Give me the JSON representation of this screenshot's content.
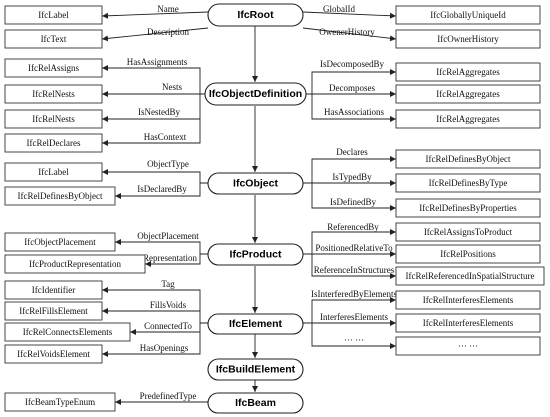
{
  "entities": {
    "root": "IfcRoot",
    "objdef": "IfcObjectDefinition",
    "object": "IfcObject",
    "product": "IfcProduct",
    "element": "IfcElement",
    "buildel": "IfcBuildElement",
    "beam": "IfcBeam"
  },
  "boxes": {
    "lbl_label": "IfcLabel",
    "lbl_text": "IfcText",
    "globalid": "IfcGloballyUniqueId",
    "ownerhist": "IfcOwnerHistory",
    "relassigns": "IfcRelAssigns",
    "relnests1": "IfcRelNests",
    "relnests2": "IfcRelNests",
    "reldeclares": "IfcRelDeclares",
    "relagg1": "IfcRelAggregates",
    "relagg2": "IfcRelAggregates",
    "relagg3": "IfcRelAggregates",
    "obj_label": "IfcLabel",
    "reldefbyobj_l": "IfcRelDefinesByObject",
    "reldefbyobj_r": "IfcRelDefinesByObject",
    "reldefbytype": "IfcRelDefinesByType",
    "reldefbyprop": "IfcRelDefinesByProperties",
    "objplacement": "IfcObjectPlacement",
    "prodrep": "IfcProductRepresentation",
    "relassignsprod": "IfcRelAssignsToProduct",
    "relpositions": "IfcRelPositions",
    "relrefspatial": "IfcRelReferencedInSpatialStructure",
    "identifier": "IfcIdentifier",
    "relfillselem": "IfcRelFillsElement",
    "relconnects": "IfcRelConnectsElements",
    "relvoids": "IfcRelVoidsElement",
    "relinterferes1": "IfcRelInterferesElements",
    "relinterferes2": "IfcRelInterferesElements",
    "dots_box": "··· ···",
    "beamtypeenum": "IfcBeamTypeEnum"
  },
  "edges": {
    "name": "Name",
    "description": "Description",
    "globalid": "GlobalId",
    "owenerhistory": "OwenerHistory",
    "hasassignments": "HasAssignments",
    "nests": "Nests",
    "isnestedby": "IsNestedBy",
    "hascontext": "HasContext",
    "isdecomposedby": "IsDecomposedBy",
    "decomposes": "Decomposes",
    "hasassociations": "HasAssociations",
    "objecttype": "ObjectType",
    "isdeclaredby": "IsDeclaredBy",
    "declares": "Declares",
    "istypedby": "IsTypedBy",
    "isdefinedby": "IsDefinedBy",
    "objectplacement": "ObjectPlacement",
    "representation": "Representation",
    "referencedby": "ReferencedBy",
    "positionedrelativeto": "PositionedRelativeTo",
    "referenceinstructures": "ReferenceInStructures",
    "tag": "Tag",
    "fillsvoids": "FillsVoids",
    "connectedto": "ConnectedTo",
    "hasopenings": "HasOpenings",
    "isinterferedbyelements": "IsInterferedByElements",
    "interferreselements": "InterferesElements",
    "dots_edge": "··· ···",
    "predefinedtype": "PredefinedType"
  }
}
